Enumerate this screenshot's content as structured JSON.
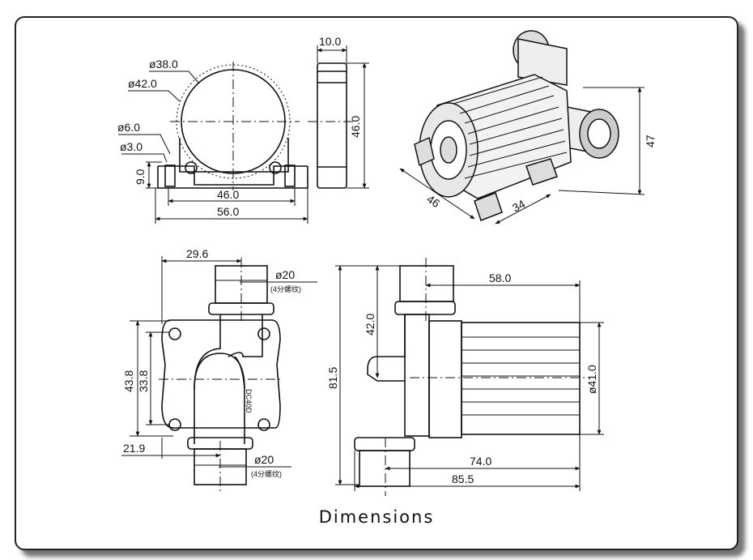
{
  "caption": "Dimensions",
  "views": {
    "front": {
      "d38": "ø38.0",
      "d42": "ø42.0",
      "d6": "ø6.0",
      "d3": "ø3.0",
      "h9": "9.0",
      "w46": "46.0",
      "w56": "56.0"
    },
    "side": {
      "w10": "10.0",
      "h46": "46.0"
    },
    "iso": {
      "a46": "46",
      "a34": "34",
      "a47": "47"
    },
    "bottom_left": {
      "w29": "29.6",
      "port_top": "ø20",
      "port_top_note": "(4分螺纹)",
      "h43": "43.8",
      "h33": "33.8",
      "w21": "21.9",
      "port_bottom": "ø20",
      "port_bottom_note": "(4分螺纹)",
      "label_mark": "DC40D"
    },
    "bottom_right": {
      "w58": "58.0",
      "h42": "42.0",
      "h81": "81.5",
      "d41": "ø41.0",
      "w74": "74.0",
      "w85": "85.5"
    }
  }
}
